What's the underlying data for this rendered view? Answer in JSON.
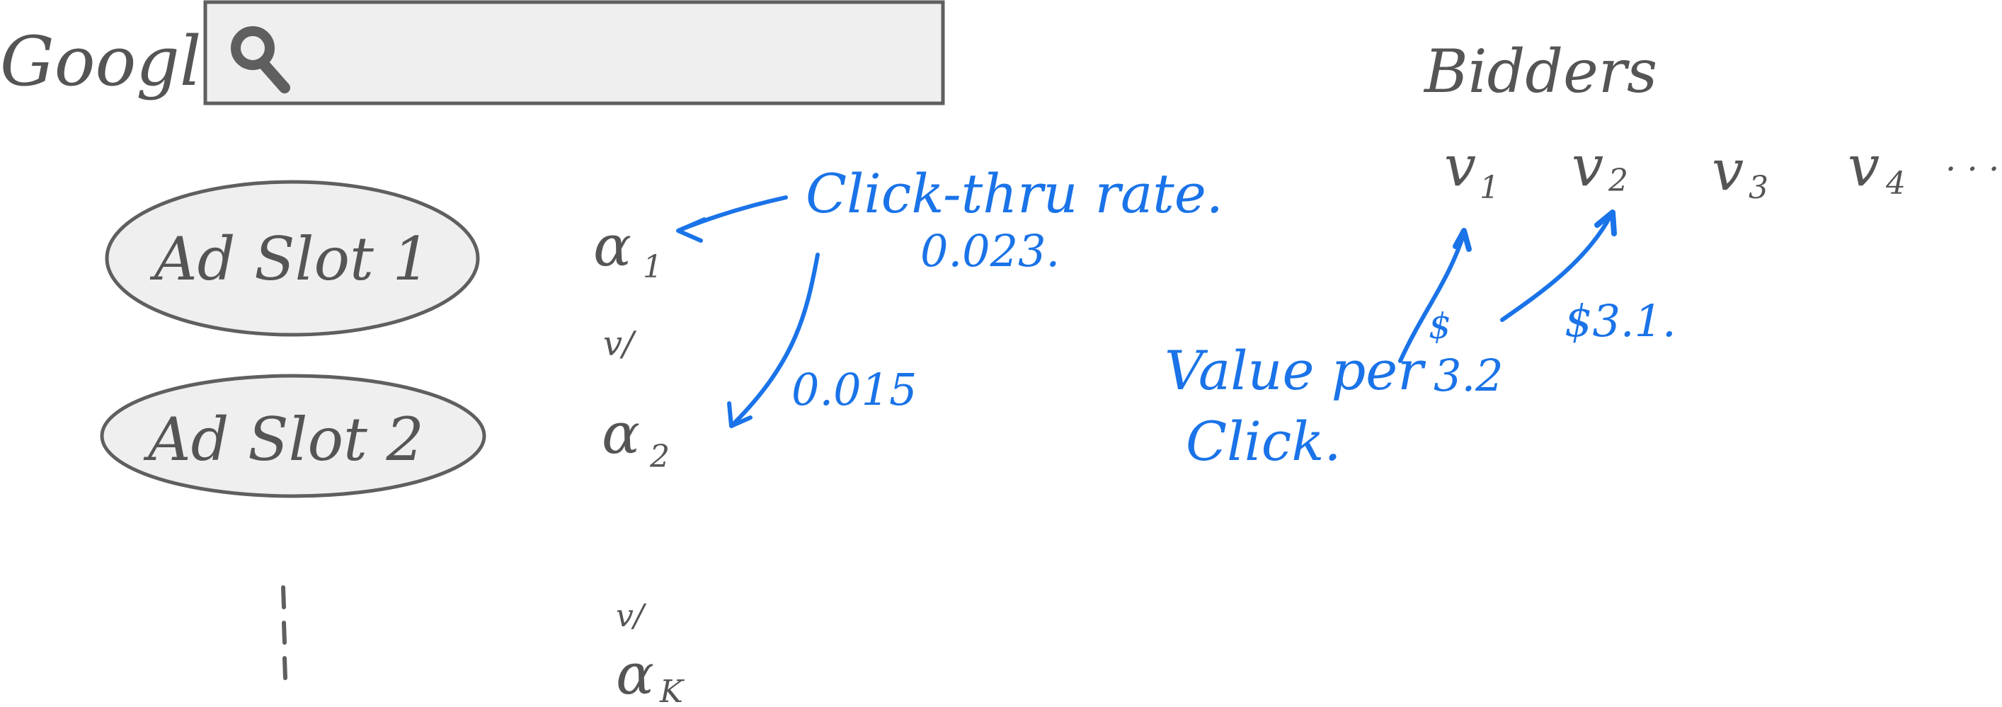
{
  "logo": {
    "text": "Google"
  },
  "search": {
    "icon": "search-icon"
  },
  "ad_slots": [
    {
      "label": "Ad Slot 1"
    },
    {
      "label": "Ad Slot 2"
    }
  ],
  "rates": {
    "alpha1": {
      "symbol": "α",
      "sub": "1"
    },
    "v_mid": "v/",
    "alpha2": {
      "symbol": "α",
      "sub": "2"
    },
    "v_low": "v/",
    "alphaK": {
      "symbol": "α",
      "sub": "K"
    }
  },
  "ellipsis_vertical": "⋮",
  "ctr": {
    "label": "Click-thru rate.",
    "value1": "0.023.",
    "value2": "0.015"
  },
  "bidders": {
    "heading": "Bidders",
    "items": [
      {
        "symbol": "v",
        "sub": "1"
      },
      {
        "symbol": "v",
        "sub": "2"
      },
      {
        "symbol": "v",
        "sub": "3"
      },
      {
        "symbol": "v",
        "sub": "4"
      }
    ],
    "trailing": "· · ·"
  },
  "value_per_click": {
    "line1": "Value per",
    "line2": "Click.",
    "bid1_currency": "$",
    "bid1_amount": "3.2",
    "bid2": "$3.1."
  },
  "colors": {
    "gray": "#5f5f5f",
    "blue": "#1a73e8",
    "fill": "#efefef"
  }
}
